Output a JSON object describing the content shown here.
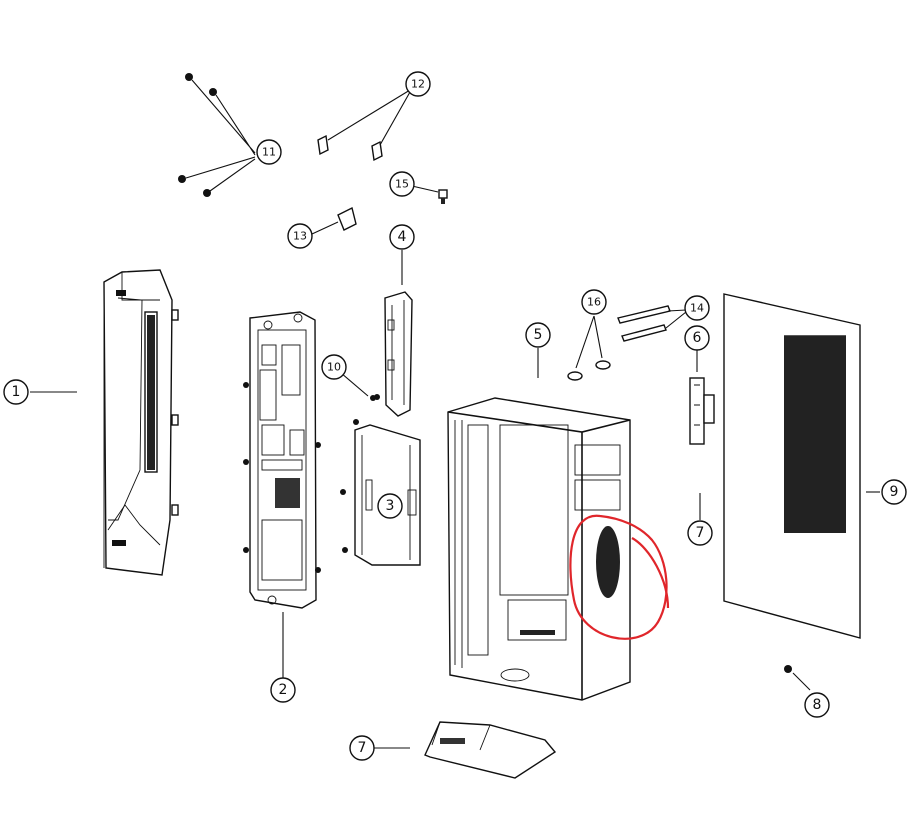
{
  "callouts": [
    {
      "id": "c1",
      "label": "1"
    },
    {
      "id": "c2",
      "label": "2"
    },
    {
      "id": "c3",
      "label": "3"
    },
    {
      "id": "c4",
      "label": "4"
    },
    {
      "id": "c5",
      "label": "5"
    },
    {
      "id": "c6",
      "label": "6"
    },
    {
      "id": "c7a",
      "label": "7"
    },
    {
      "id": "c7b",
      "label": "7"
    },
    {
      "id": "c8",
      "label": "8"
    },
    {
      "id": "c9",
      "label": "9"
    },
    {
      "id": "c10",
      "label": "10"
    },
    {
      "id": "c11",
      "label": "11"
    },
    {
      "id": "c12",
      "label": "12"
    },
    {
      "id": "c13",
      "label": "13"
    },
    {
      "id": "c14",
      "label": "14"
    },
    {
      "id": "c15",
      "label": "15"
    },
    {
      "id": "c16",
      "label": "16"
    }
  ],
  "colors": {
    "ink": "#111111",
    "markup": "#e0262b",
    "paper": "#ffffff"
  }
}
